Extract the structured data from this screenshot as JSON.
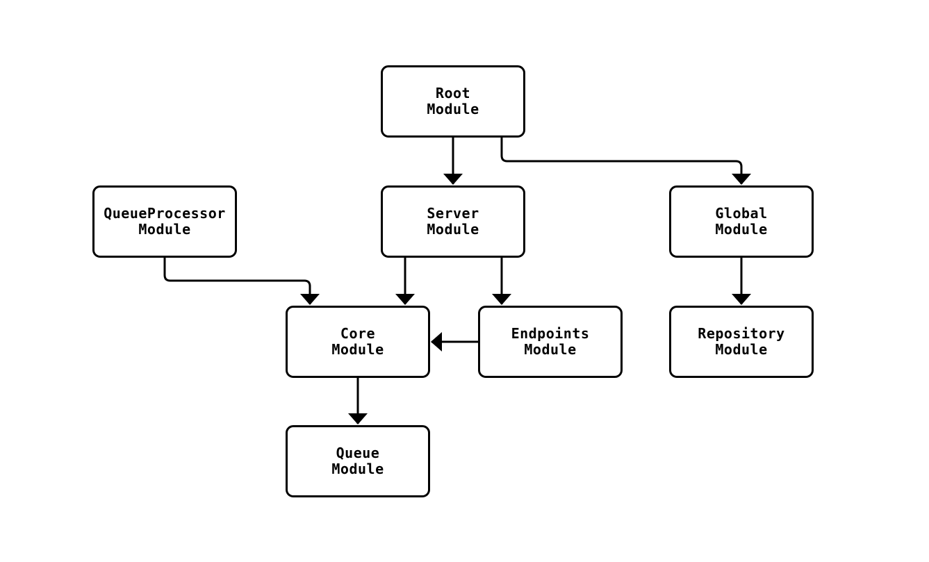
{
  "diagram": {
    "type": "flowchart",
    "direction": "top-down",
    "colors": {
      "background": "#ffffff",
      "node_fill": "#ffffff",
      "node_border": "#000000",
      "edge": "#000000",
      "text": "#000000"
    },
    "nodes": [
      {
        "id": "root",
        "label": "Root\nModule"
      },
      {
        "id": "queueprocessor",
        "label": "QueueProcessor\nModule"
      },
      {
        "id": "server",
        "label": "Server\nModule"
      },
      {
        "id": "global",
        "label": "Global\nModule"
      },
      {
        "id": "core",
        "label": "Core\nModule"
      },
      {
        "id": "endpoints",
        "label": "Endpoints\nModule"
      },
      {
        "id": "repository",
        "label": "Repository\nModule"
      },
      {
        "id": "queue",
        "label": "Queue\nModule"
      }
    ],
    "edges": [
      {
        "from": "root",
        "to": "server"
      },
      {
        "from": "root",
        "to": "global"
      },
      {
        "from": "queueprocessor",
        "to": "core"
      },
      {
        "from": "server",
        "to": "core"
      },
      {
        "from": "server",
        "to": "endpoints"
      },
      {
        "from": "endpoints",
        "to": "core"
      },
      {
        "from": "global",
        "to": "repository"
      },
      {
        "from": "core",
        "to": "queue"
      }
    ]
  }
}
